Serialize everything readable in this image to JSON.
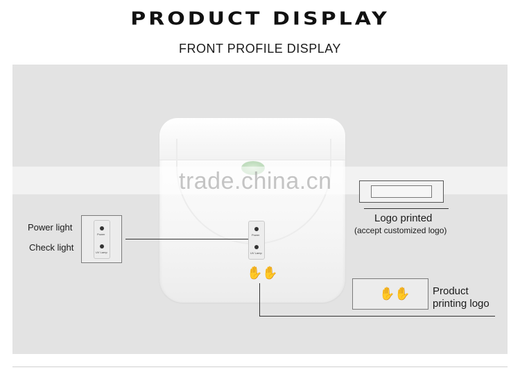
{
  "header": {
    "title": "PRODUCT DISPLAY",
    "subtitle": "FRONT PROFILE DISPLAY"
  },
  "watermark": "trade.china.cn",
  "callouts": {
    "power_light": "Power light",
    "check_light": "Check light",
    "logo_printed": "Logo printed",
    "logo_note": "(accept customized logo)",
    "product_line1": "Product",
    "product_line2": "printing logo"
  },
  "panel_text": {
    "power": "Power",
    "check": "UV Lamp"
  },
  "colors": {
    "stage": "#e3e3e3",
    "indicator_window": "#bfdcbd"
  }
}
